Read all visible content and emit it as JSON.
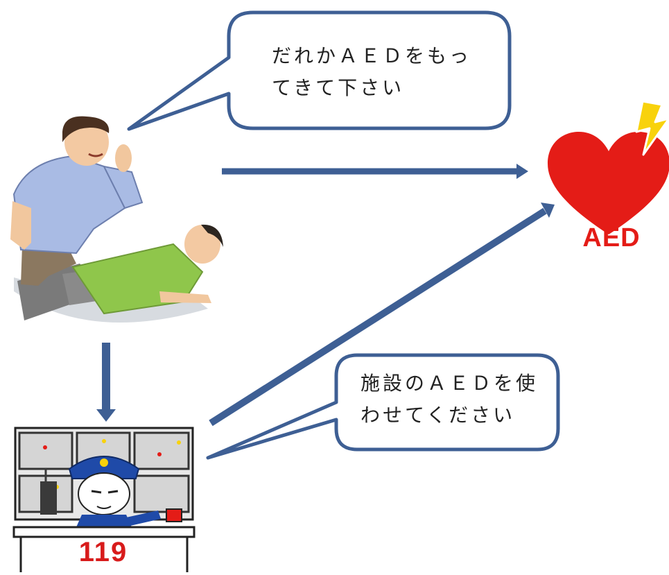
{
  "bubbles": {
    "bystander": "だれかＡＥＤをもっ\nてきて下さい",
    "dispatcher": "施設のＡＥＤを使\nわせてください"
  },
  "aed": {
    "label": "AED"
  },
  "dispatch": {
    "label": "119"
  },
  "colors": {
    "arrow": "#3e5f94",
    "bubble_stroke": "#3e5f94",
    "heart": "#e41c17",
    "bolt": "#f8d20c",
    "aed_text": "#e41c17",
    "dispatch_text": "#d81b1b"
  },
  "icons": [
    "person-calling-icon",
    "collapsed-person-icon",
    "aed-heart-icon",
    "dispatcher-icon"
  ]
}
